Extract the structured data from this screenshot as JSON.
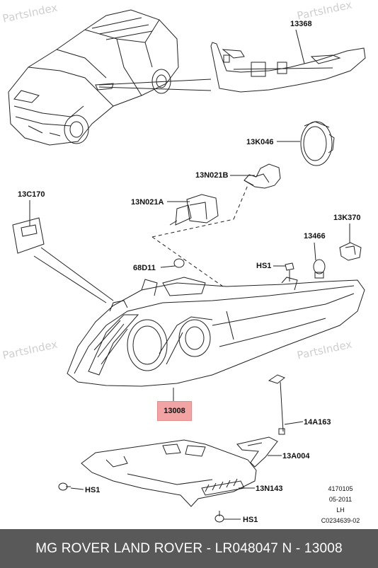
{
  "watermarks": [
    "PartsIndex",
    "PartsIndex",
    "PartsIndex",
    "PartsIndex"
  ],
  "callouts": {
    "c13368": "13368",
    "c13K046": "13K046",
    "c13N021B": "13N021B",
    "c13N021A": "13N021A",
    "c13C170": "13C170",
    "c13K370": "13K370",
    "c13466": "13466",
    "c68D11": "68D11",
    "cHS1_top": "HS1",
    "c13008": "13008",
    "c14A163": "14A163",
    "c13A004": "13A004",
    "c13N143": "13N143",
    "cHS1_left": "HS1",
    "cHS1_bottom": "HS1"
  },
  "highlight_color": "#f2a3a3",
  "meta": {
    "line1": "4170105",
    "line2": "05-2011",
    "line3": "LH",
    "line4": "C0234639-02"
  },
  "footer": {
    "text": "MG ROVER LAND ROVER - LR048047     N - 13008",
    "background": "#595959"
  }
}
